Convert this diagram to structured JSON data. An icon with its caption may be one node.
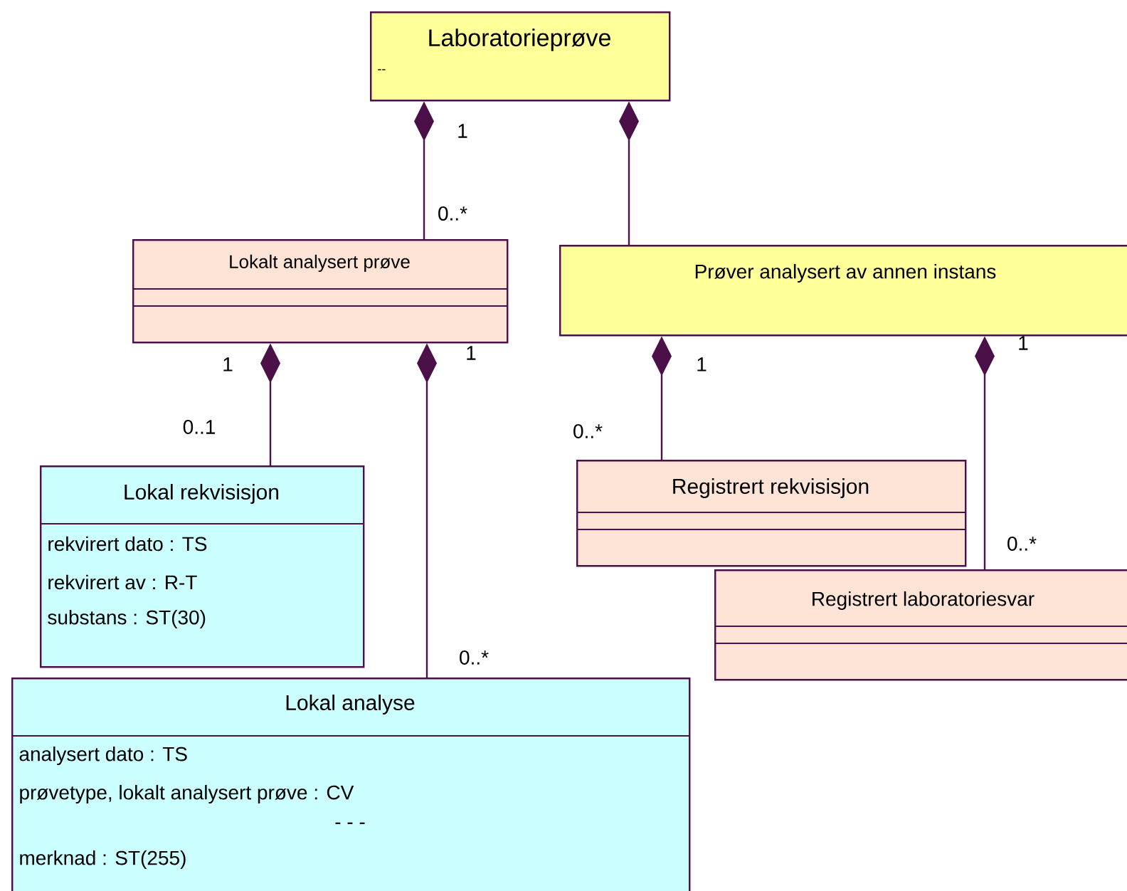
{
  "diagram": {
    "nodes": [
      {
        "text": [
          "Laboratorieprøve",
          "--"
        ]
      },
      {
        "text": [
          "Lokalt analysert prøve"
        ]
      },
      {
        "text": [
          "Prøver analysert av annen instans"
        ]
      },
      {
        "text": [
          "Lokal rekvisisjon",
          "rekvirert dato : TS",
          "rekvirert av : R-T",
          "substans : ST(30)"
        ]
      },
      {
        "text": [
          "Registrert rekvisisjon"
        ]
      },
      {
        "text": [
          "Registrert laboratoriesvar"
        ]
      },
      {
        "text": [
          "Lokal analyse",
          "analysert dato : TS",
          "prøvetype, lokalt analysert prøve : CV",
          "- - -",
          "merknad : ST(255)"
        ]
      }
    ],
    "edges": [
      {
        "from": 0,
        "to": 1,
        "arrow": "other"
      },
      {
        "from": 0,
        "to": 2,
        "arrow": "other"
      },
      {
        "from": 1,
        "to": 3,
        "arrow": "other"
      },
      {
        "from": 1,
        "to": 6,
        "arrow": "other"
      },
      {
        "from": 2,
        "to": 4,
        "arrow": "other"
      },
      {
        "from": 2,
        "to": 5,
        "arrow": "other"
      }
    ],
    "labels": [
      "1",
      "0..*",
      "1",
      "1",
      "1",
      "1",
      "0..1",
      "0..*",
      "0..*",
      "0..*"
    ]
  }
}
